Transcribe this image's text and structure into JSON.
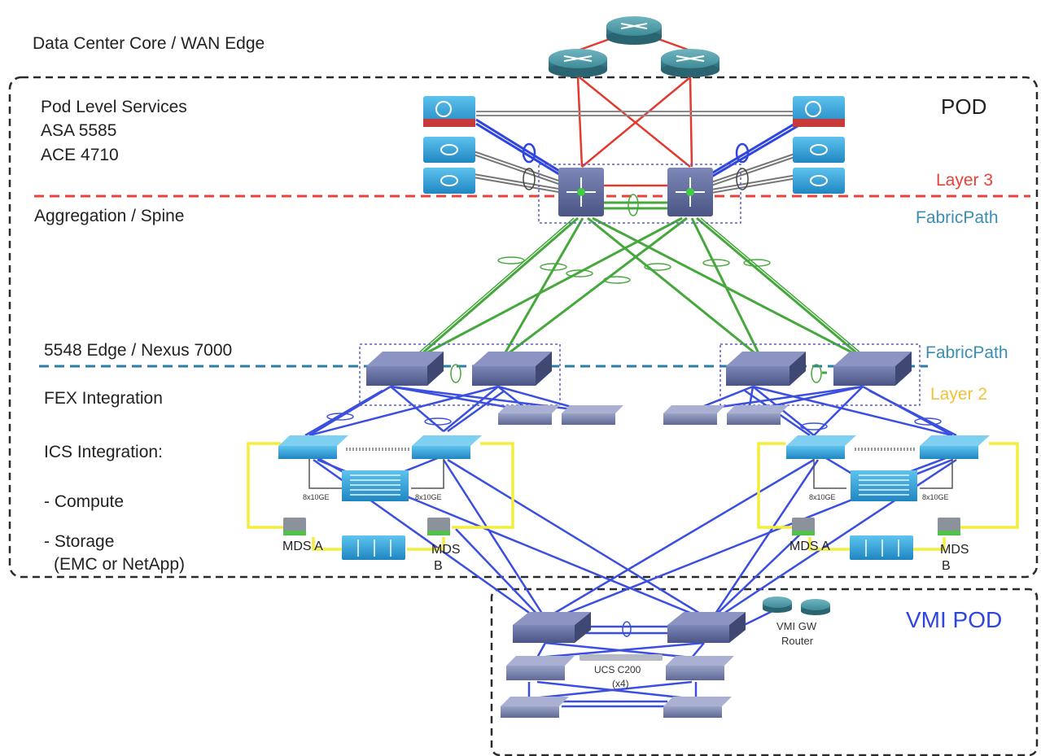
{
  "labels": {
    "core": "Data Center Core / WAN Edge",
    "pod": "POD",
    "pod_services_1": "Pod Level Services",
    "pod_services_2": "ASA 5585",
    "pod_services_3": "ACE 4710",
    "layer3": "Layer 3",
    "aggregation": "Aggregation / Spine",
    "fabricpath_top": "FabricPath",
    "edge": "5548 Edge / Nexus 7000",
    "fabricpath_mid": "FabricPath",
    "fex": "FEX Integration",
    "layer2": "Layer 2",
    "ics": "ICS Integration:",
    "compute": "- Compute",
    "storage": "- Storage",
    "emc": "(EMC or NetApp)",
    "mds_a_left": "MDS A",
    "mds_b_left_1": "MDS",
    "mds_b_left_2": "B",
    "mds_a_right": "MDS A",
    "mds_b_right_1": "MDS",
    "mds_b_right_2": "B",
    "tengig_1": "8x10GE",
    "tengig_2": "8x10GE",
    "tengig_3": "8x10GE",
    "tengig_4": "8x10GE",
    "vmi_pod": "VMI POD",
    "vmi_gw_1": "VMI GW",
    "vmi_gw_2": "Router",
    "ucs_1": "UCS C200",
    "ucs_2": "(x4)"
  },
  "colors": {
    "layer3": "#e8413a",
    "fabricpath": "#3a8db4",
    "layer2": "#f2c23a",
    "vmi": "#2f45e0",
    "green_link": "#46a83c",
    "blue_link": "#3a4fe0",
    "red_link": "#e23a2e",
    "yellow_link": "#f2ee3a",
    "router": "#3f8b98",
    "switch": "#5a6596",
    "service": "#2a9bd1"
  },
  "icons": [
    "router-icon",
    "firewall-icon",
    "load-balancer-icon",
    "nexus7000-icon",
    "nexus5548-icon",
    "fex-icon",
    "fabric-interconnect-icon",
    "ucs-chassis-icon",
    "mds-switch-icon",
    "storage-array-icon",
    "ucs-rack-server-icon"
  ]
}
